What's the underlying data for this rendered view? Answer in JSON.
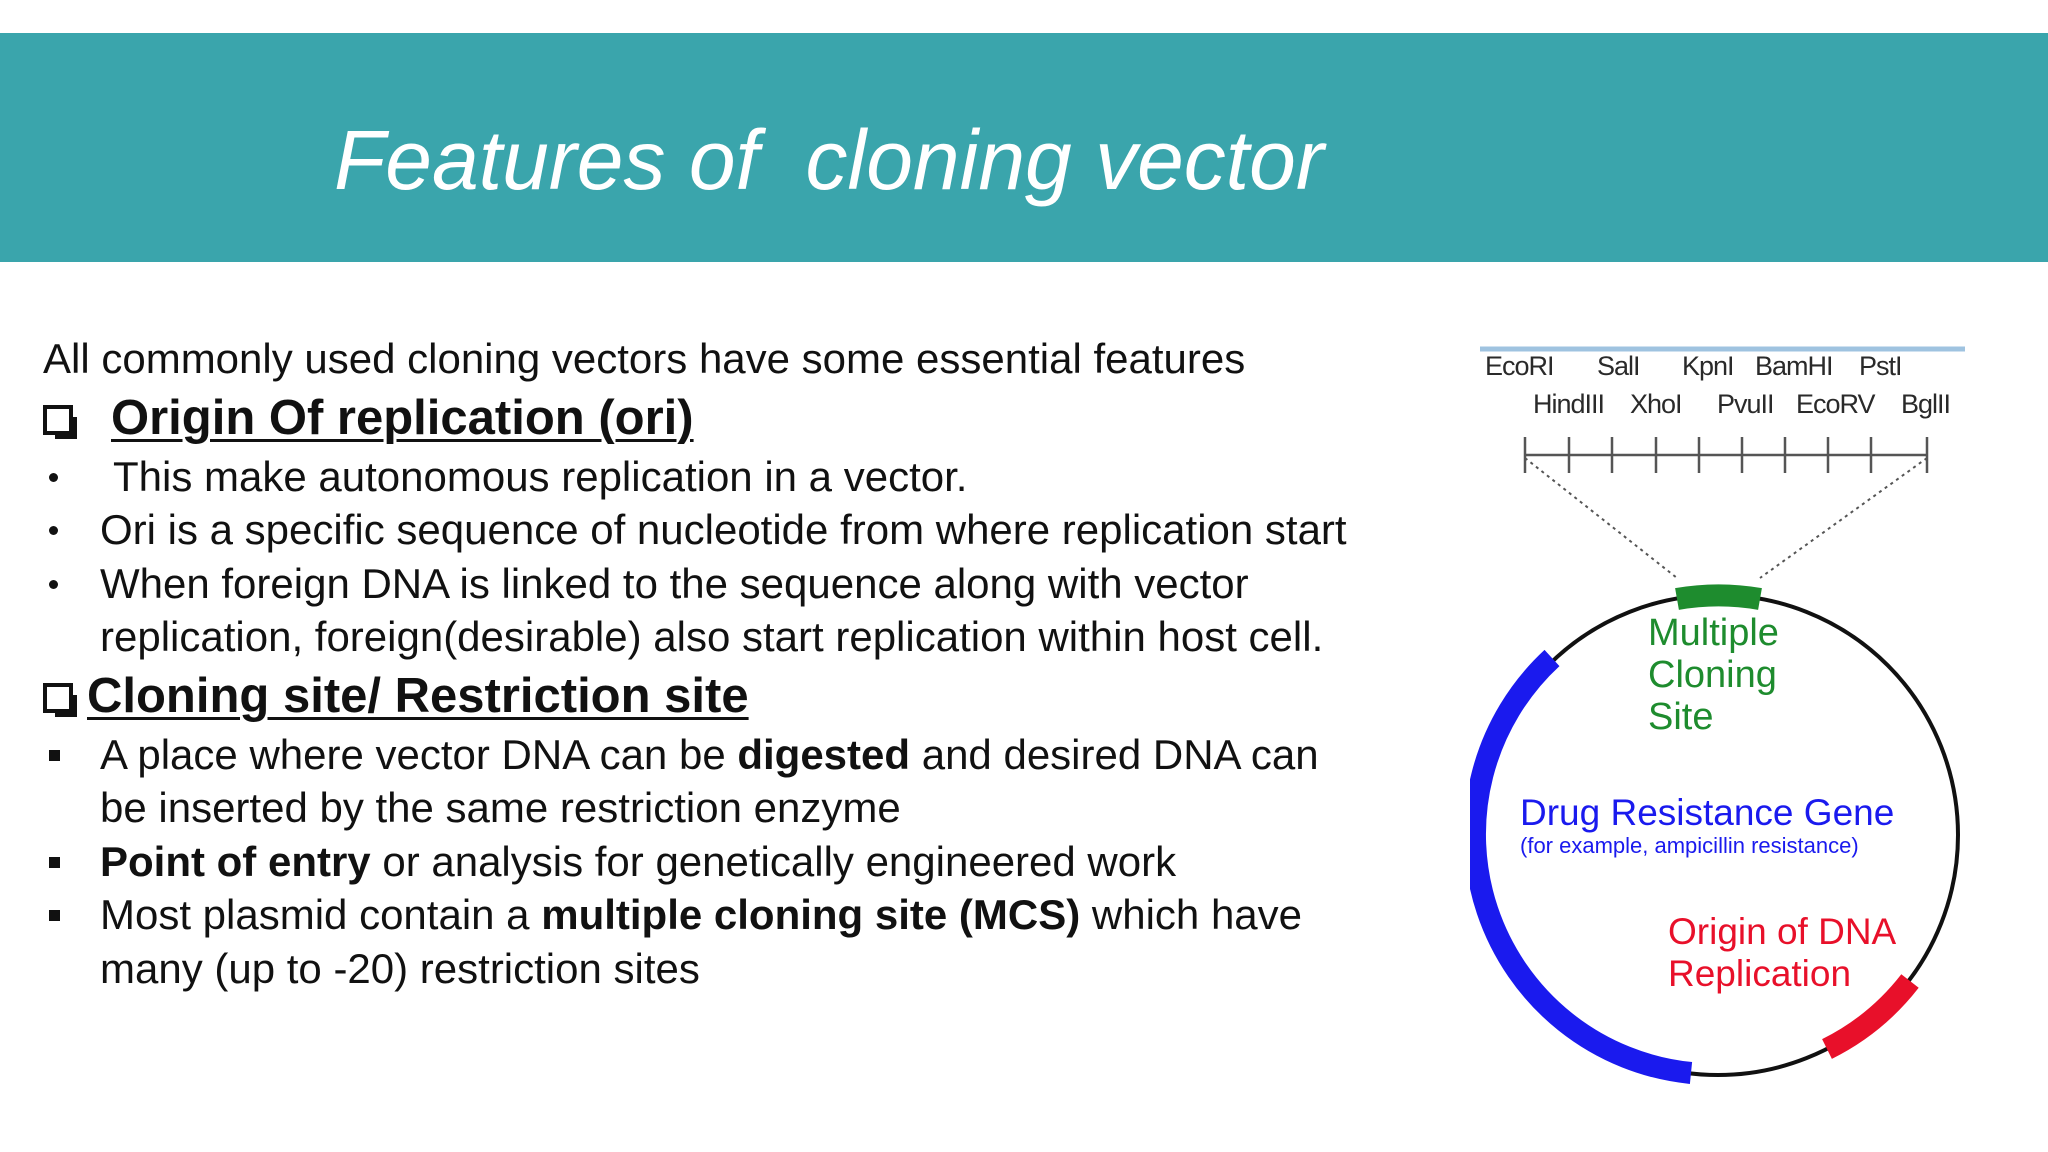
{
  "slide": {
    "title": "Features of  cloning vector"
  },
  "content": {
    "intro": "All commonly used cloning vectors have some essential features",
    "section1": {
      "heading": "Origin Of replication (ori)",
      "bullets": [
        "This make autonomous replication in a vector.",
        "Ori is a specific sequence of nucleotide from where replication start",
        "When foreign DNA is linked to the sequence along with vector replication, foreign(desirable) also start replication within host cell."
      ]
    },
    "section2": {
      "heading": "Cloning site/ Restriction site",
      "bullet1": {
        "before": "A place where vector DNA can be ",
        "bold": "digested",
        "after": " and desired DNA can be inserted by the same restriction enzyme"
      },
      "bullet2": {
        "bold": "Point of entry",
        "after": " or analysis for genetically engineered work"
      },
      "bullet3": {
        "before": "Most plasmid contain a ",
        "bold": "multiple cloning site (MCS)",
        "after": " which have many (up to -20) restriction sites"
      }
    }
  },
  "diagram": {
    "enzymes_top": [
      "EcoRI",
      "SalI",
      "KpnI",
      "BamHI",
      "PstI"
    ],
    "enzymes_bottom": [
      "HindIII",
      "XhoI",
      "PvuII",
      "EcoRV",
      "BglII"
    ],
    "mcs_label": [
      "Multiple",
      "Cloning",
      "Site"
    ],
    "drug_label": "Drug Resistance Gene",
    "drug_sublabel": "(for example, ampicillin resistance)",
    "ori_label": [
      "Origin of DNA",
      "Replication"
    ],
    "colors": {
      "mcs": "#1e8c2e",
      "drug": "#1a1aee",
      "ori": "#e8102a",
      "ring": "#111111",
      "topline": "#9fc3e0",
      "ruler": "#555555"
    }
  }
}
